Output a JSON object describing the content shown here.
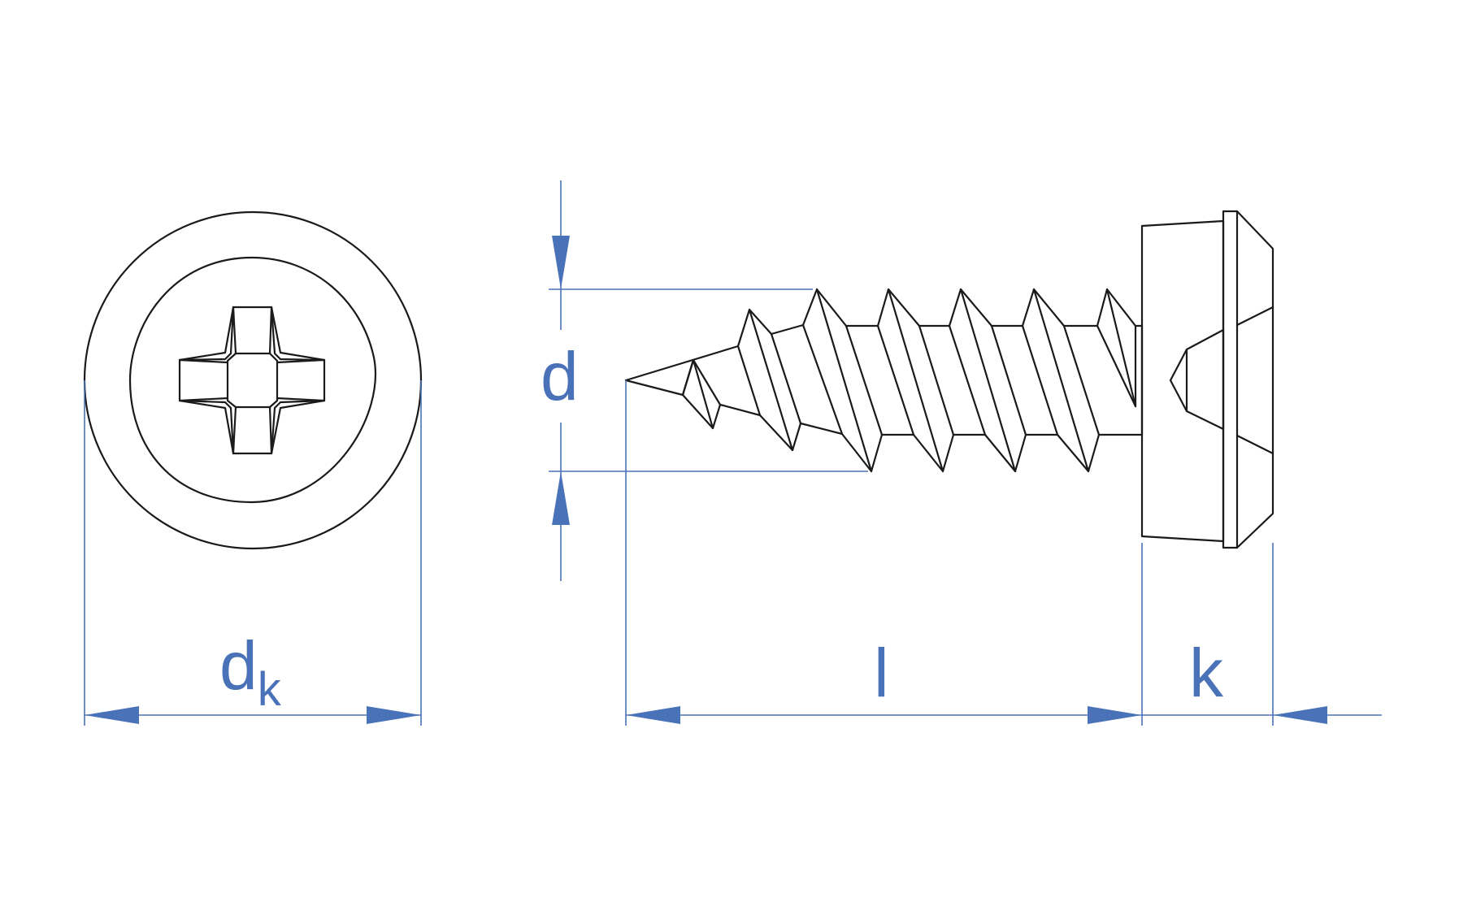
{
  "labels": {
    "head_diameter": "d",
    "head_diameter_subscript": "k",
    "thread_diameter": "d",
    "length": "l",
    "head_height": "k"
  },
  "colors": {
    "dimension": "#4a72b8",
    "outline": "#1a1a1a",
    "background": "#ffffff"
  }
}
